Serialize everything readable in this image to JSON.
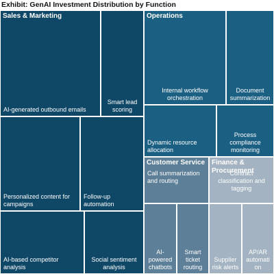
{
  "chart_data": {
    "type": "treemap",
    "title": "Exhibit: GenAI Investment Distribution by Function",
    "groups": [
      {
        "name": "Sales & Marketing",
        "color": "#0f4766",
        "items": [
          {
            "label": "AI-generated outbound emails"
          },
          {
            "label": "Smart lead\nscoring"
          },
          {
            "label": "Personalized content for\ncampaigns"
          },
          {
            "label": "Follow-up\nautomation"
          },
          {
            "label": "AI-based competitor\nanalysis"
          },
          {
            "label": "Social sentiment\nanalysis"
          }
        ]
      },
      {
        "name": "Operations",
        "color": "#1b5f83",
        "items": [
          {
            "label": "Internal workflow\norchestration"
          },
          {
            "label": "Document\nsummarization"
          },
          {
            "label": "Dynamic resource\nallocation"
          },
          {
            "label": "Process\ncompliance\nmonitoring"
          }
        ]
      },
      {
        "name": "Customer Service",
        "color": "#5d7f98",
        "items": [
          {
            "label": "Call summarization\nand routing"
          },
          {
            "label": "AI-\npowered\nchatbots"
          },
          {
            "label": "Smart\nticket\nrouting"
          }
        ]
      },
      {
        "name": "Finance &\nProcurement",
        "color": "#a3b3c1",
        "items": [
          {
            "label": "Contract\nclassification and\ntagging"
          },
          {
            "label": "Supplier\nrisk alerts"
          },
          {
            "label": "AP/AR\nautomati\non"
          }
        ]
      }
    ]
  }
}
